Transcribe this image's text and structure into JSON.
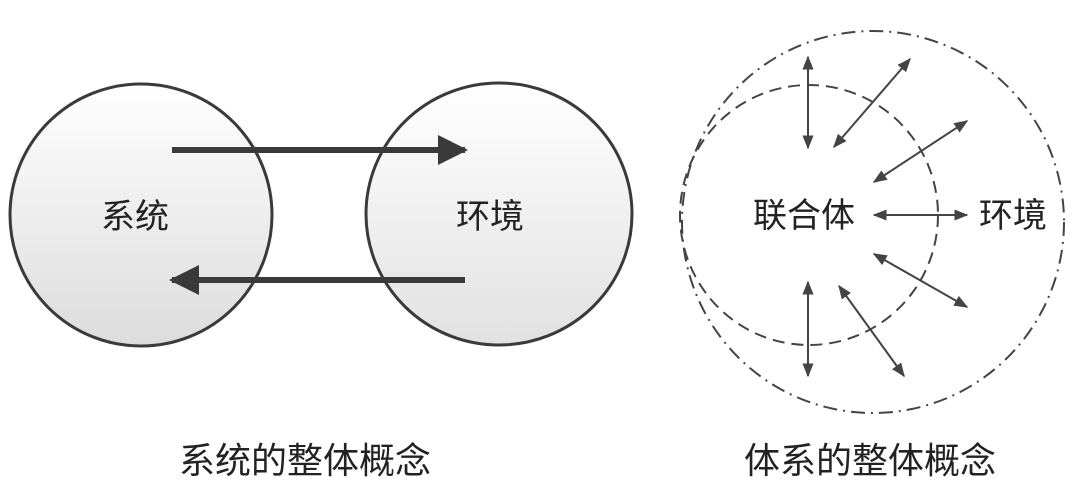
{
  "left": {
    "system_label": "系统",
    "environment_label": "环境",
    "caption": "系统的整体概念"
  },
  "right": {
    "union_label": "联合体",
    "environment_label": "环境",
    "caption": "体系的整体概念"
  },
  "colors": {
    "stroke": "#3a3a3a",
    "fill_top": "#ffffff",
    "fill_bottom": "#dcdcdc"
  }
}
